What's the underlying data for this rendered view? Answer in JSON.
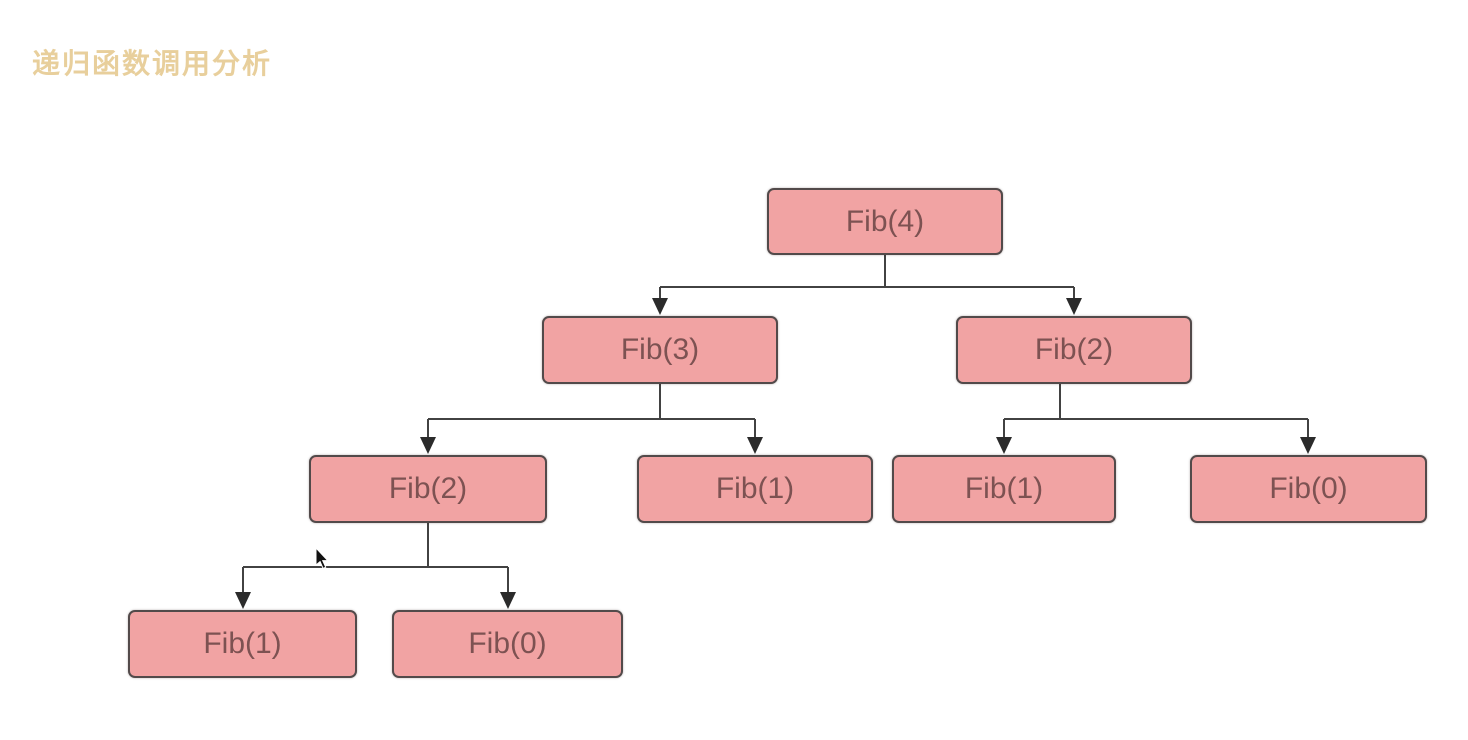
{
  "title": {
    "text": "递归函数调用分析"
  },
  "colors": {
    "background": "#ffffff",
    "title": "#e8cf9c",
    "node_fill": "#f1a3a3",
    "node_border": "#524a4a",
    "node_text": "#7d5252",
    "line": "#424242",
    "arrow": "#2b2b2b",
    "cursor": "#111111"
  },
  "diagram": {
    "type": "recursion-call-tree",
    "nodes": [
      {
        "id": "fib4",
        "label": "Fib(4)",
        "level": 1
      },
      {
        "id": "fib3",
        "label": "Fib(3)",
        "level": 2
      },
      {
        "id": "fib2-r",
        "label": "Fib(2)",
        "level": 2
      },
      {
        "id": "fib2-l",
        "label": "Fib(2)",
        "level": 3
      },
      {
        "id": "fib1-m",
        "label": "Fib(1)",
        "level": 3
      },
      {
        "id": "fib1-r",
        "label": "Fib(1)",
        "level": 3
      },
      {
        "id": "fib0-r",
        "label": "Fib(0)",
        "level": 3
      },
      {
        "id": "fib1-b",
        "label": "Fib(1)",
        "level": 4
      },
      {
        "id": "fib0-b",
        "label": "Fib(0)",
        "level": 4
      }
    ],
    "edges": [
      {
        "from": "fib4",
        "to": "fib3"
      },
      {
        "from": "fib4",
        "to": "fib2-r"
      },
      {
        "from": "fib3",
        "to": "fib2-l"
      },
      {
        "from": "fib3",
        "to": "fib1-m"
      },
      {
        "from": "fib2-r",
        "to": "fib1-r"
      },
      {
        "from": "fib2-r",
        "to": "fib0-r"
      },
      {
        "from": "fib2-l",
        "to": "fib1-b"
      },
      {
        "from": "fib2-l",
        "to": "fib0-b"
      }
    ]
  }
}
